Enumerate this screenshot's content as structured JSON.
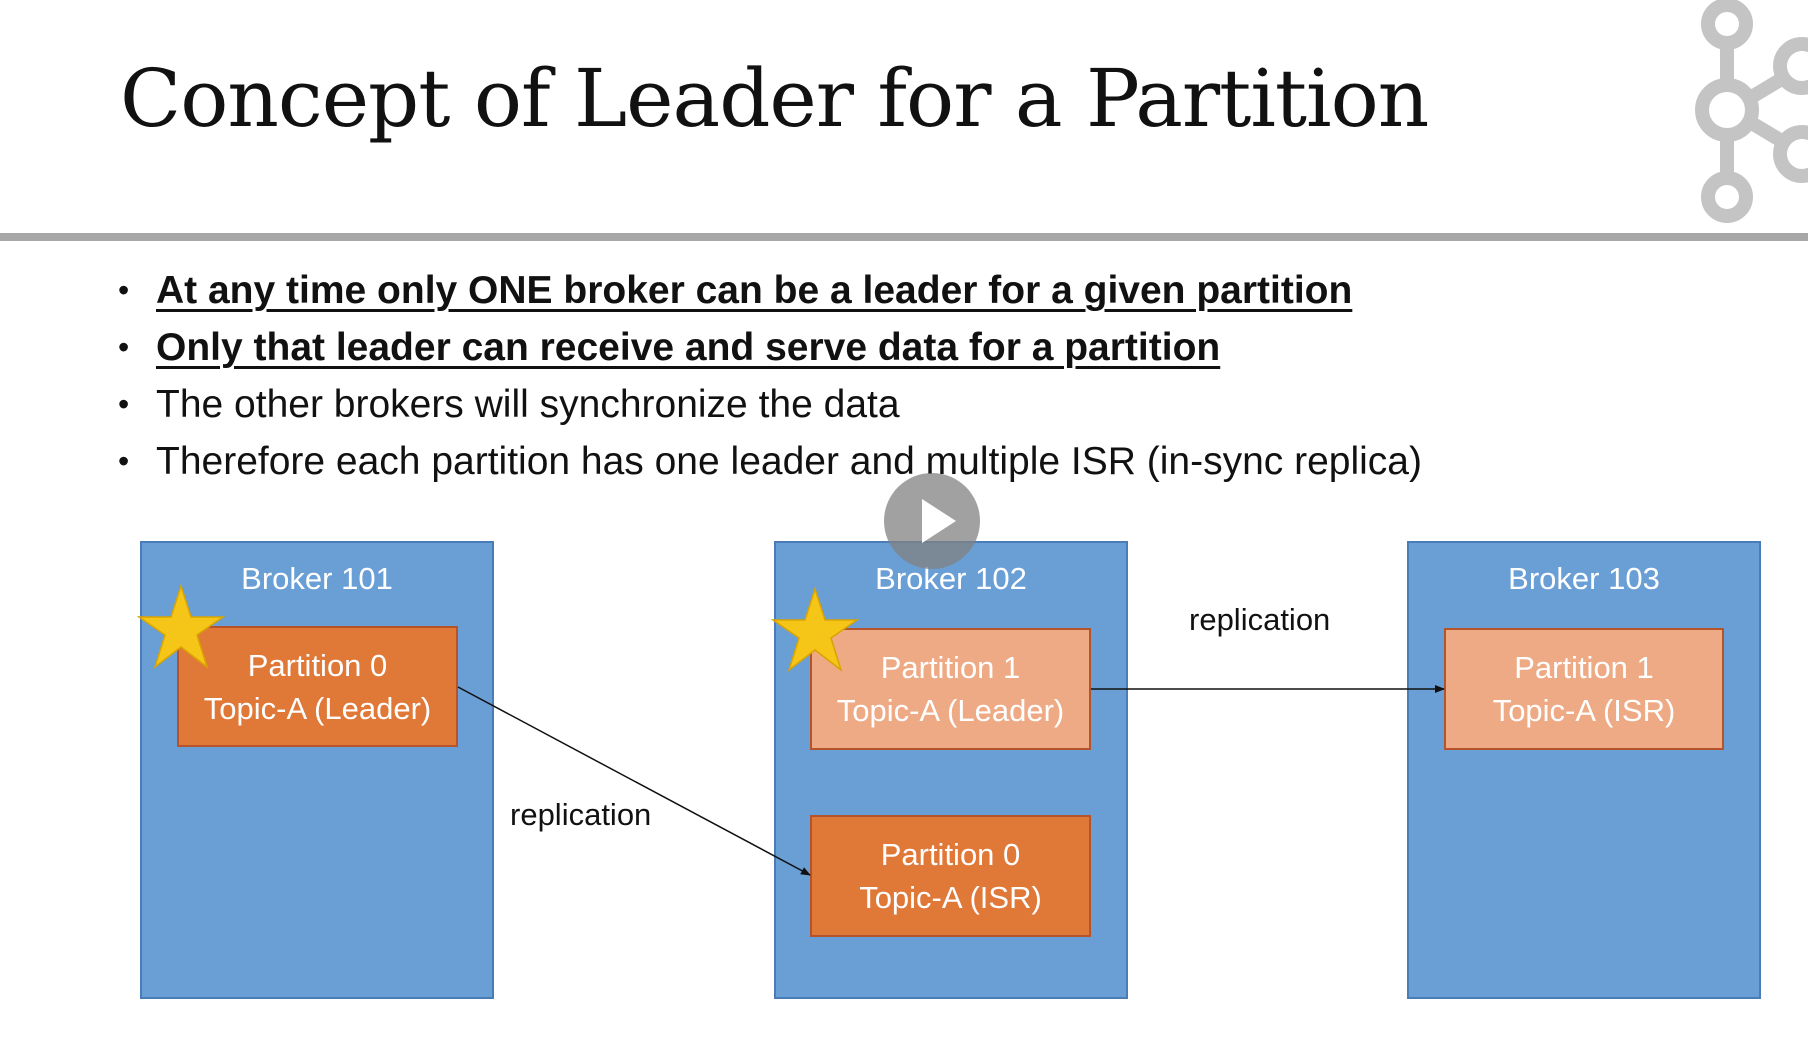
{
  "slide": {
    "title": "Concept of Leader for a Partition",
    "bullets": [
      {
        "text": "At any time only ONE broker can be a leader for a given partition"
      },
      {
        "text": "Only that leader can receive and serve data for a partition"
      },
      {
        "text": "The other brokers will synchronize the data"
      },
      {
        "text": "Therefore each partition has one leader and multiple ISR (in-sync replica)"
      }
    ]
  },
  "diagram": {
    "brokers": [
      {
        "label": "Broker 101"
      },
      {
        "label": "Broker 102"
      },
      {
        "label": "Broker 103"
      }
    ],
    "partitions": [
      {
        "line1": "Partition 0",
        "line2": "Topic-A (Leader)"
      },
      {
        "line1": "Partition 1",
        "line2": "Topic-A (Leader)"
      },
      {
        "line1": "Partition 0",
        "line2": "Topic-A (ISR)"
      },
      {
        "line1": "Partition 1",
        "line2": "Topic-A (ISR)"
      }
    ],
    "replication_labels": [
      "replication",
      "replication"
    ]
  },
  "colors": {
    "broker_fill": "#6a9fd6",
    "partition_leader_dark": "#e07838",
    "partition_light": "#eeaa85",
    "star": "#f5c518"
  },
  "icons": {
    "logo": "kafka-logo-icon",
    "star": "star-icon",
    "play": "play-icon"
  }
}
